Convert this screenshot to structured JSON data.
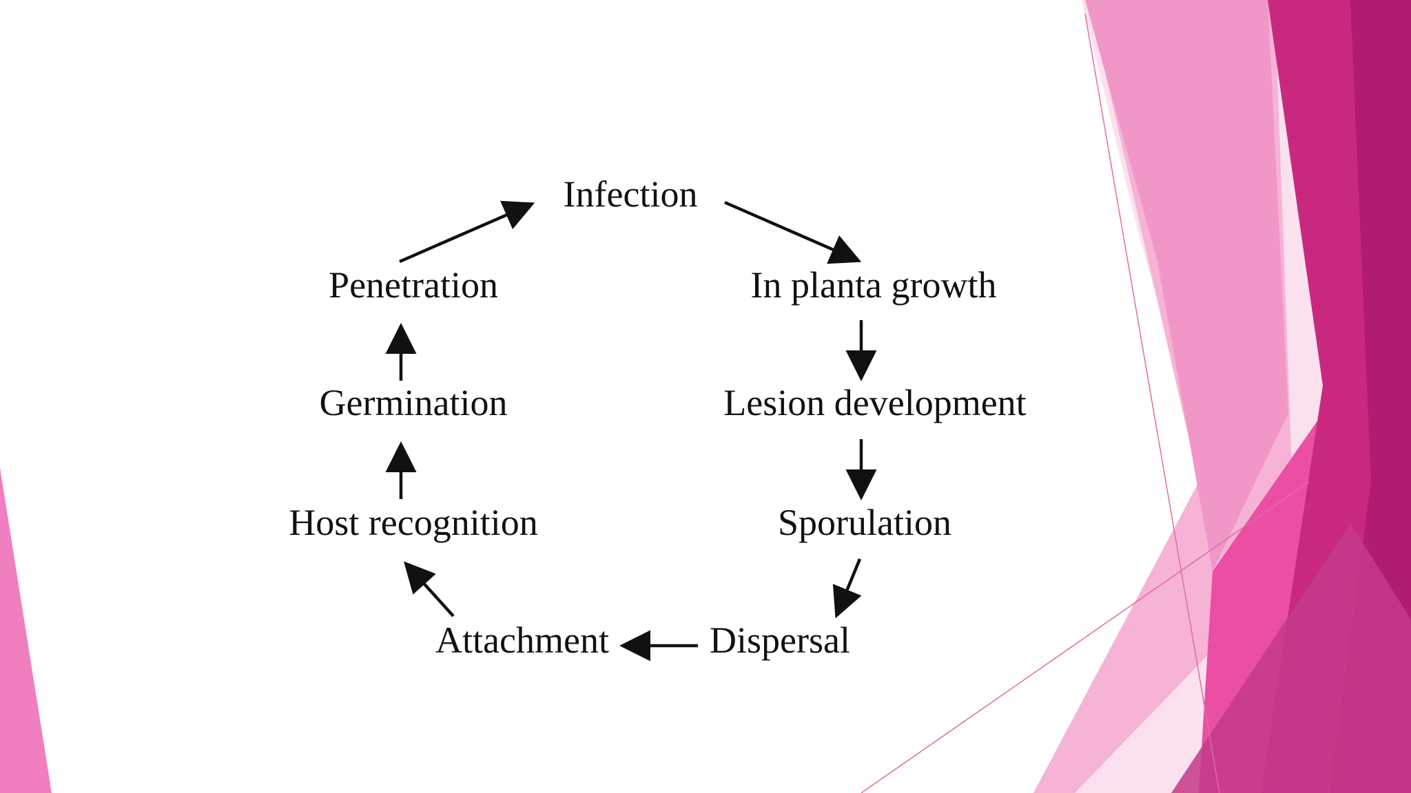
{
  "diagram": {
    "stages": [
      {
        "id": "infection",
        "label": "Infection"
      },
      {
        "id": "in-planta-growth",
        "label": "In planta growth"
      },
      {
        "id": "lesion-development",
        "label": "Lesion development"
      },
      {
        "id": "sporulation",
        "label": "Sporulation"
      },
      {
        "id": "dispersal",
        "label": "Dispersal"
      },
      {
        "id": "attachment",
        "label": "Attachment"
      },
      {
        "id": "host-recognition",
        "label": "Host recognition"
      },
      {
        "id": "germination",
        "label": "Germination"
      },
      {
        "id": "penetration",
        "label": "Penetration"
      }
    ],
    "edges": [
      {
        "from": "infection",
        "to": "in-planta-growth"
      },
      {
        "from": "in-planta-growth",
        "to": "lesion-development"
      },
      {
        "from": "lesion-development",
        "to": "sporulation"
      },
      {
        "from": "sporulation",
        "to": "dispersal"
      },
      {
        "from": "dispersal",
        "to": "attachment"
      },
      {
        "from": "attachment",
        "to": "host-recognition"
      },
      {
        "from": "host-recognition",
        "to": "germination"
      },
      {
        "from": "germination",
        "to": "penetration"
      },
      {
        "from": "penetration",
        "to": "infection"
      }
    ]
  },
  "colors": {
    "text": "#111111",
    "arrow": "#111111",
    "background": "#ffffff",
    "accent_light": "#f7b8d8",
    "accent_mid": "#ef7fbf",
    "accent_dark": "#c0267e"
  }
}
